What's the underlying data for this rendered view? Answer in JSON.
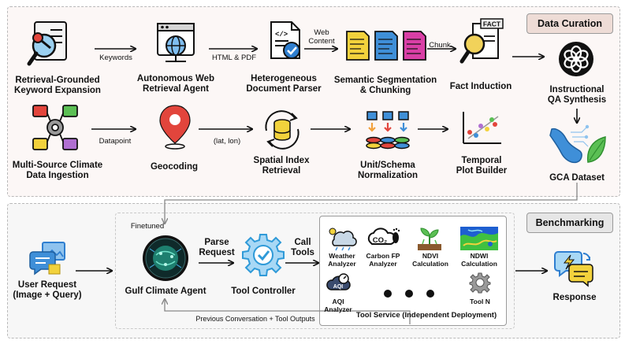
{
  "sections": {
    "curation": "Data Curation",
    "benchmarking": "Benchmarking"
  },
  "curation": {
    "keyword_expansion": "Retrieval-Grounded\nKeyword Expansion",
    "web_agent": "Autonomous Web\nRetrieval Agent",
    "doc_parser": "Heterogeneous\nDocument Parser",
    "segmentation": "Semantic Segmentation\n& Chunking",
    "fact_induction": "Fact Induction",
    "qa_synthesis": "Instructional\nQA Synthesis",
    "ingestion": "Multi-Source Climate\nData Ingestion",
    "geocoding": "Geocoding",
    "spatial_index": "Spatial Index\nRetrieval",
    "normalization": "Unit/Schema\nNormalization",
    "plot_builder": "Temporal\nPlot Builder",
    "dataset": "GCA Dataset",
    "edge_keywords": "Keywords",
    "edge_html_pdf": "HTML & PDF",
    "edge_web_content": "Web\nContent",
    "edge_chunk": "Chunk",
    "edge_datapoint": "Datapoint",
    "edge_latlon": "(lat, lon)",
    "fact_badge": "FACT"
  },
  "bench": {
    "user_request": "User Request\n(Image + Query)",
    "finetuned": "Finetuned",
    "agent": "Gulf Climate Agent",
    "parse_request": "Parse\nRequest",
    "tool_controller": "Tool Controller",
    "call_tools": "Call\nTools",
    "weather": "Weather\nAnalyzer",
    "carbon": "Carbon FP\nAnalyzer",
    "ndvi": "NDVI\nCalculation",
    "ndwi": "NDWI\nCalculation",
    "aqi": "AQI\nAnalyzer",
    "tool_n": "Tool N",
    "tool_service": "Tool Service (Independent Deployment)",
    "feedback": "Previous Conversation + Tool Outputs",
    "response": "Response",
    "co2_glyph": "CO₂"
  },
  "colors": {
    "curation_bg": "#fcf7f6",
    "curation_tag": "#eedcd6",
    "bench_bg": "#f7f7f7",
    "bench_tag": "#e6e6e6",
    "accent_blue": "#3f8fd8",
    "accent_red": "#e2453c",
    "accent_yellow": "#f2d23c",
    "accent_green": "#5bbf54",
    "accent_purple": "#b06fd2"
  },
  "icons": {
    "keyword_expansion": "magnifier-key-icon",
    "web_agent": "browser-globe-icon",
    "doc_parser": "document-check-icon",
    "segmentation": "chunked-pages-icon",
    "fact_induction": "fact-magnifier-icon",
    "qa_synthesis": "openai-knot-icon",
    "ingestion": "data-hub-icon",
    "geocoding": "location-pin-icon",
    "spatial_index": "database-sync-icon",
    "normalization": "schema-arrows-icon",
    "plot_builder": "scatter-plot-icon",
    "dataset": "gulf-map-leaf-icon",
    "user_request": "chat-image-icon",
    "agent": "neural-globe-icon",
    "tool_controller": "gear-check-icon",
    "weather": "weather-gauge-icon",
    "carbon": "co2-footprint-icon",
    "ndvi": "plant-icon",
    "ndwi": "satellite-map-icon",
    "aqi": "air-quality-icon",
    "tool_n": "generic-tool-icon",
    "response": "chat-bolt-icon"
  }
}
